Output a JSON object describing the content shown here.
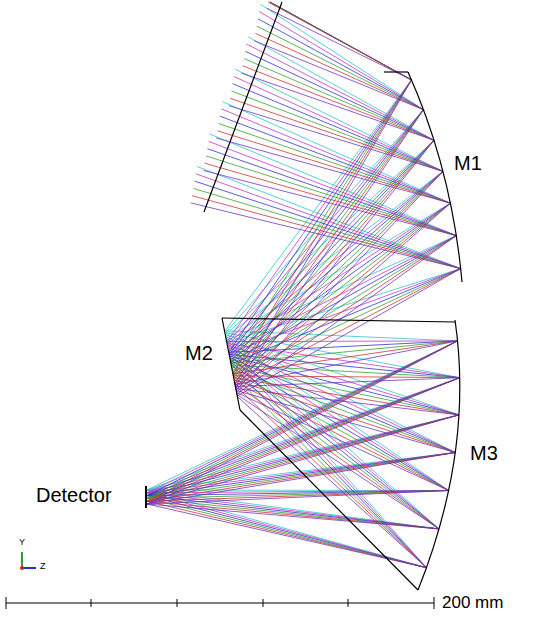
{
  "diagram": {
    "labels": [
      "M1",
      "M2",
      "M3",
      "Detector",
      "200 mm",
      "Y",
      "Z"
    ]
  }
}
